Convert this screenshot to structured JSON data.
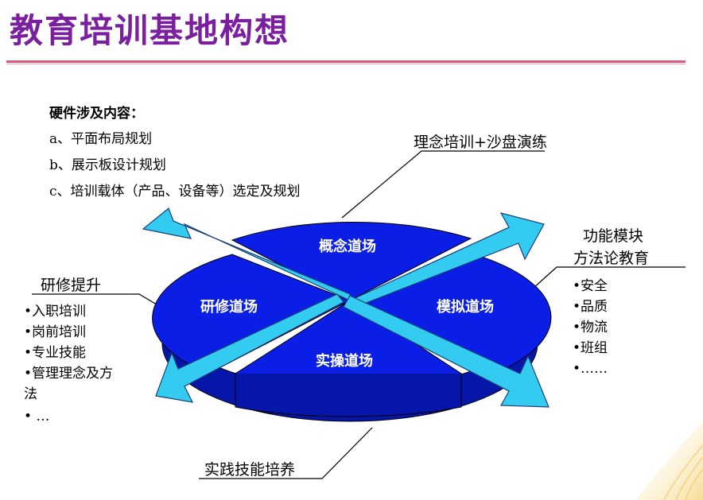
{
  "page": {
    "title": "教育培训基地构想"
  },
  "hardware": {
    "heading": "硬件涉及内容：",
    "items": [
      "a、平面布局规划",
      "b、展示板设计规划",
      "c、培训载体（产品、设备等）选定及规划"
    ]
  },
  "diagram": {
    "segments": {
      "top": "概念道场",
      "left": "研修道场",
      "right": "模拟道场",
      "bottom": "实操道场"
    },
    "callouts": {
      "top_right": "理念培训+沙盘演练",
      "right_line1": "功能模块",
      "right_line2": "方法论教育",
      "left": "研修提升",
      "bottom": "实践技能培养"
    },
    "right_bullets": [
      "•安全",
      "•品质",
      "•物流",
      "•班组",
      "•……"
    ],
    "left_bullets": [
      "•入职培训",
      "•岗前培训",
      "•专业技能",
      "•管理理念及方",
      "法",
      "• …"
    ]
  },
  "colors": {
    "title": "#7a1fa0",
    "rule": "#e05a7a",
    "disk_top": "#0a1ee6",
    "disk_side": "#0616a8",
    "arrow": "#33ccf0",
    "arrow_stroke": "#1a3f7a"
  }
}
